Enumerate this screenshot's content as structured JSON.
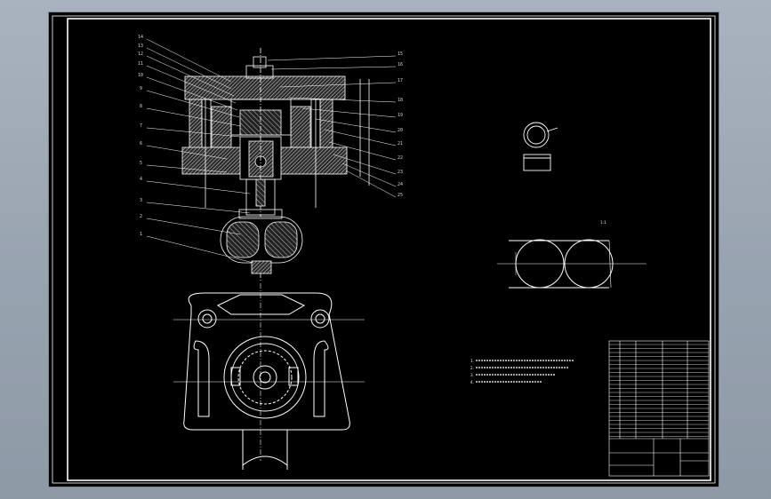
{
  "window": {
    "title": "CAD Drawing Viewer"
  },
  "drawing": {
    "part_callouts_left": [
      "14",
      "13",
      "12",
      "11",
      "10",
      "9",
      "8",
      "7",
      "6",
      "5",
      "4",
      "3",
      "2",
      "1"
    ],
    "part_callouts_right": [
      "15",
      "16",
      "17",
      "18",
      "19",
      "20",
      "21",
      "22",
      "23",
      "24",
      "25"
    ],
    "detail_title": "",
    "scale_label": "1:1",
    "notes_title": "",
    "notes_lines": [
      "1.",
      "2.",
      "3.",
      "4."
    ],
    "title_block": {
      "drawing_name": "",
      "drawing_no": ""
    }
  },
  "colors": {
    "desktop": "#9aa5b2",
    "sheet": "#000000",
    "line": "#ffffff",
    "hatch": "#bdbdbd"
  }
}
